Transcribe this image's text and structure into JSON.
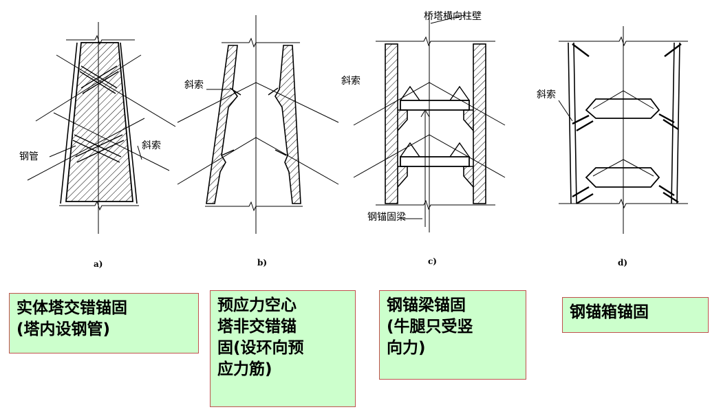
{
  "colors": {
    "note_bg": "#ccffcc",
    "note_border": "#c0504d",
    "line": "#000000"
  },
  "labels": {
    "a_pipe": "钢管",
    "a_cable": "斜索",
    "b_cable": "斜索",
    "c_wall": "桥塔横向柱壁",
    "c_cable": "斜索",
    "c_beam": "钢锚固梁",
    "d_cable": "斜索"
  },
  "captions": {
    "a": "a)",
    "b": "b)",
    "c": "c)",
    "d": "d)"
  },
  "notes": {
    "a": [
      "实体塔交错锚固",
      "(塔内设钢管)"
    ],
    "b": [
      "预应力空心",
      "塔非交错锚",
      "固(设环向预",
      "应力筋)"
    ],
    "c": [
      "钢锚梁锚固",
      "(牛腿只受竖",
      "向力)"
    ],
    "d": [
      "钢锚箱锚固"
    ]
  }
}
